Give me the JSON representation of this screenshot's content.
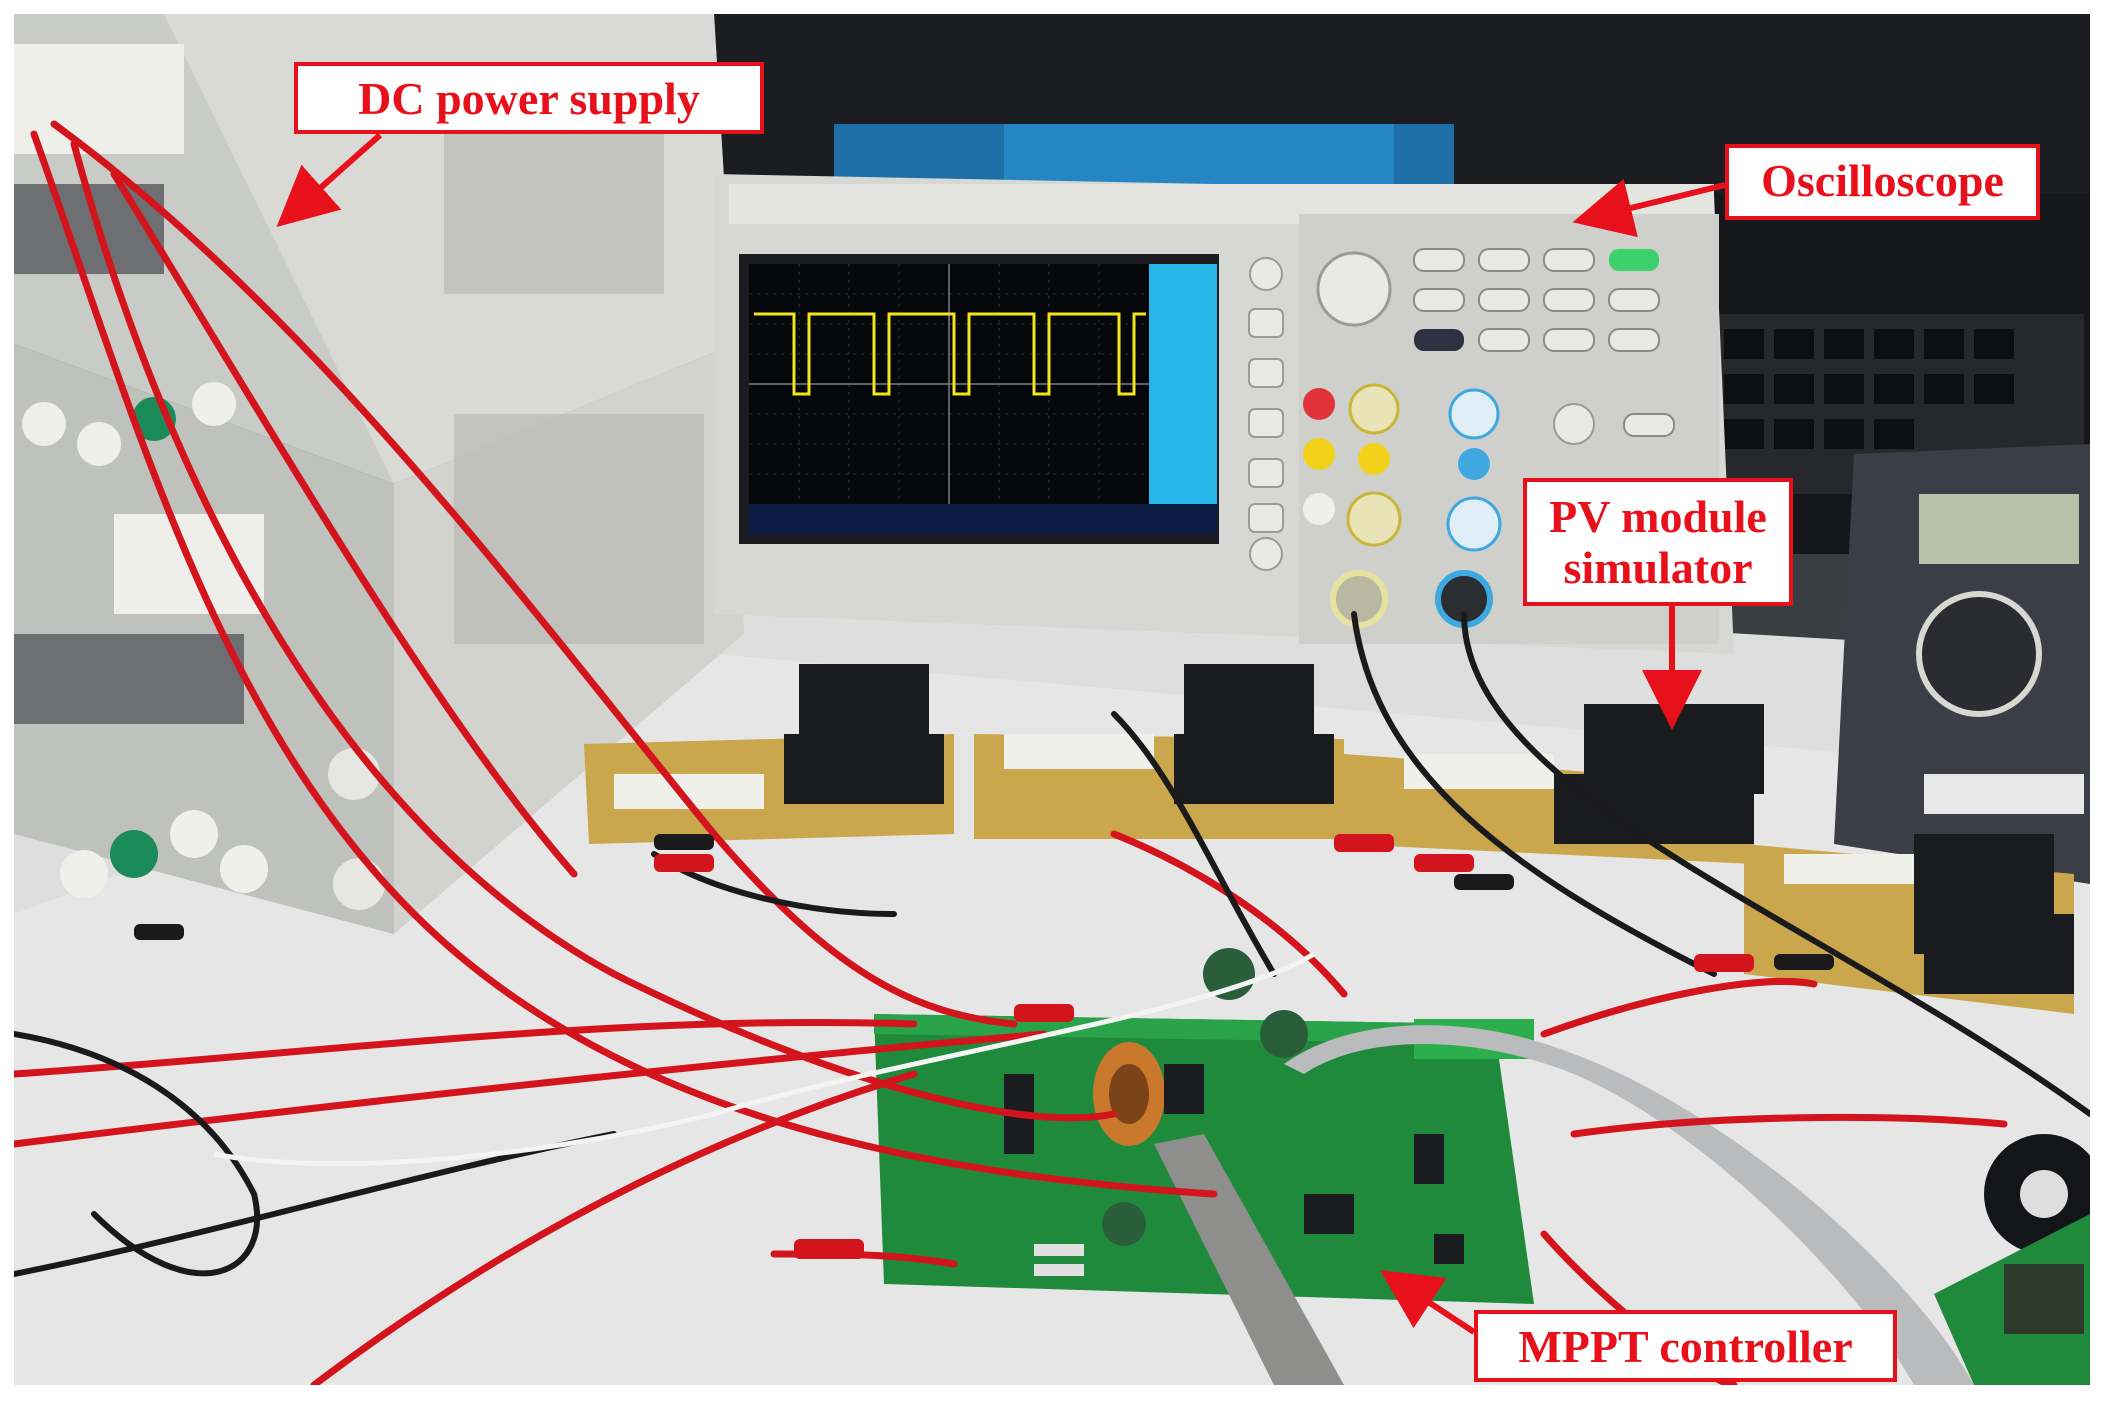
{
  "labels": {
    "dc_power_supply": "DC power supply",
    "oscilloscope": "Oscilloscope",
    "pv_line1": "PV module",
    "pv_line2": "simulator",
    "mppt_controller": "MPPT controller"
  },
  "colors": {
    "annotation": "#e8111b",
    "board_green": "#1f8a3c",
    "cable_red": "#d4141c",
    "trace_yellow": "#f2e41a"
  }
}
